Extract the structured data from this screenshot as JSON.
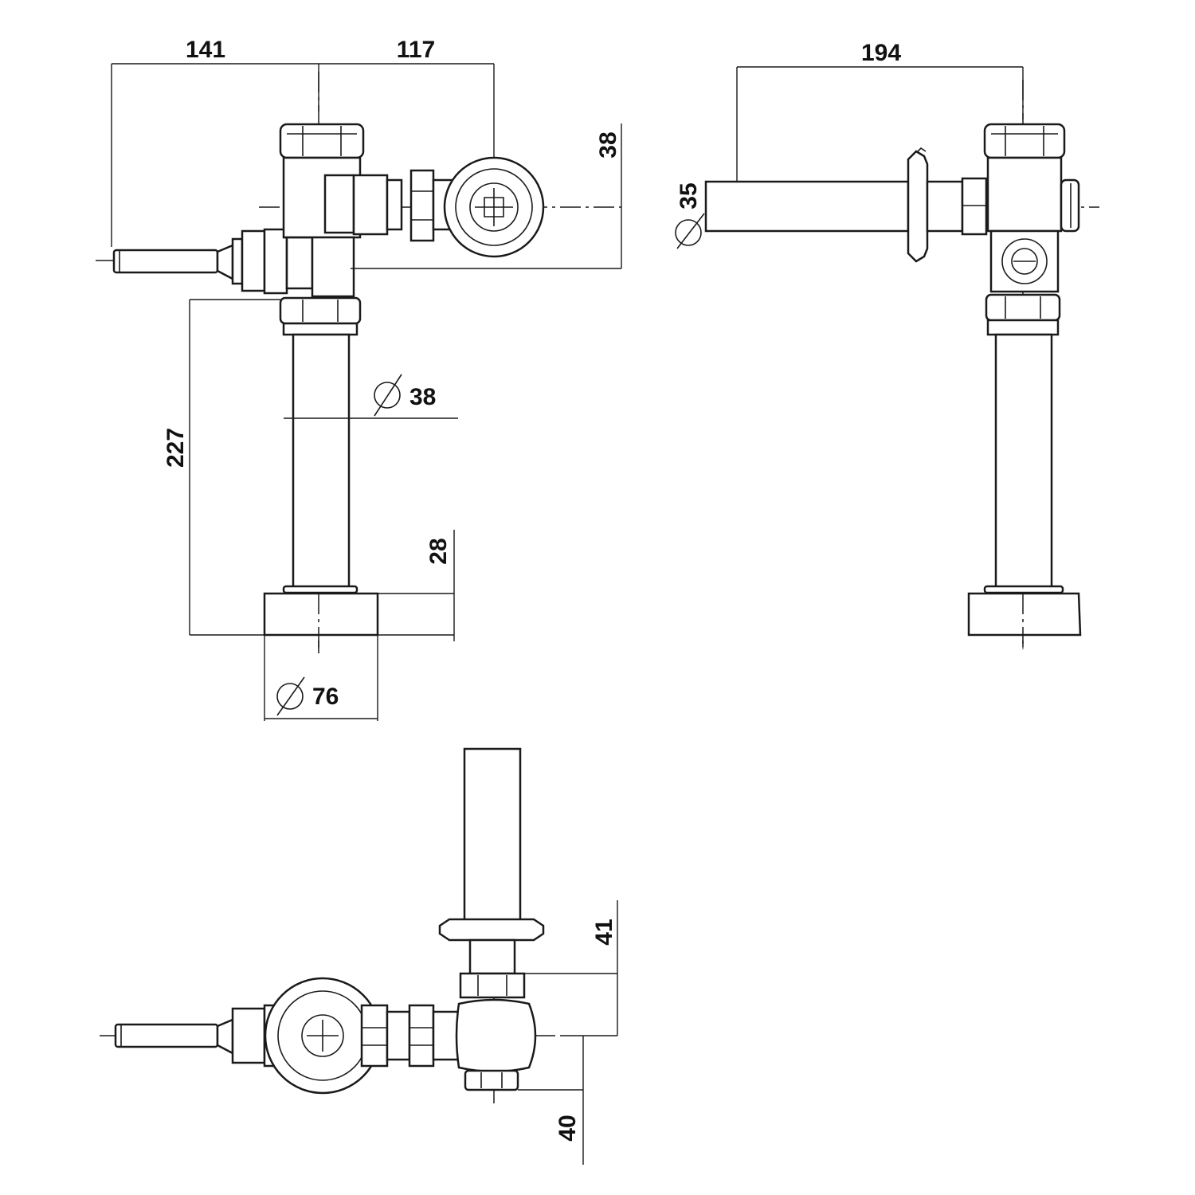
{
  "dimensions": {
    "front_left_width": "141",
    "front_right_width": "117",
    "front_height_offset": "38",
    "front_pipe_length": "227",
    "front_pipe_diameter": "38",
    "front_base_height": "28",
    "front_base_diameter": "76",
    "side_length": "194",
    "side_inlet_diameter": "35",
    "top_offset_upper": "41",
    "top_offset_lower": "40"
  },
  "symbols": {
    "diameter": "Ø"
  },
  "colors": {
    "line": "#1a1a1a",
    "background": "#ffffff"
  }
}
